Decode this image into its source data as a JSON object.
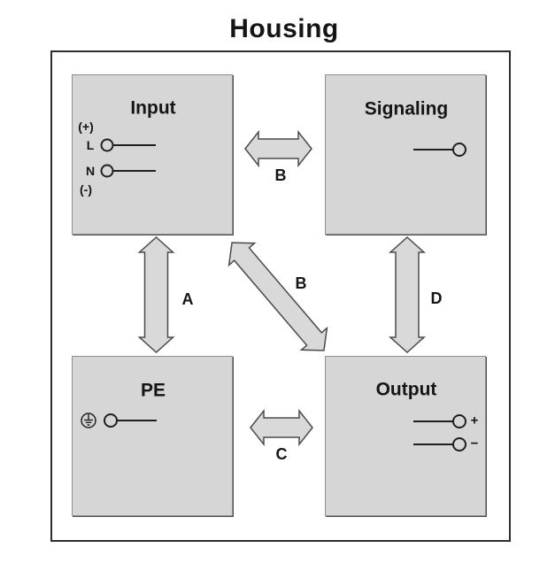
{
  "title": "Housing",
  "blocks": {
    "input": {
      "label": "Input",
      "terminal_labels": {
        "plus": "(+)",
        "line": "L",
        "neutral": "N",
        "minus": "(-)"
      }
    },
    "signaling": {
      "label": "Signaling"
    },
    "pe": {
      "label": "PE"
    },
    "output": {
      "label": "Output",
      "terminal_labels": {
        "plus": "+",
        "minus": "−"
      }
    }
  },
  "arrows": {
    "input_pe": {
      "label": "A"
    },
    "input_signaling": {
      "label": "B"
    },
    "input_output": {
      "label": "B"
    },
    "pe_output": {
      "label": "C"
    },
    "signaling_output": {
      "label": "D"
    }
  },
  "colors": {
    "background": "#ffffff",
    "box_fill": "#d6d6d6",
    "box_border": "#8e8e8e",
    "box_shadow": "#4f4f4f",
    "housing_border": "#2e2e2e",
    "arrow_fill": "#d9d9d9",
    "arrow_stroke": "#4b4b4b",
    "line_color": "#1f1f1f",
    "text_color": "#151515"
  }
}
